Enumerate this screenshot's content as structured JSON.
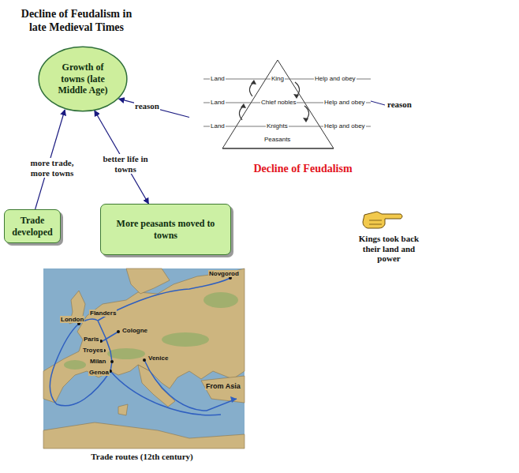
{
  "diagram": {
    "title": "Decline of Feudalism in late Medieval Times",
    "caption": "Trade routes (12th century)",
    "nodes": [
      {
        "text": [
          "Growth of towns (late Middle Age)"
        ]
      },
      {
        "text": [
          "Decline of Feudalism"
        ]
      },
      {
        "text": [
          "Trade developed"
        ]
      },
      {
        "text": [
          "More peasants moved to towns"
        ]
      }
    ],
    "edges": [
      {
        "from": 1,
        "to": 0,
        "label": "reason",
        "arrow": "to"
      },
      {
        "from": 2,
        "to": 0,
        "label": "more trade, more towns",
        "arrow": "to"
      },
      {
        "from": 0,
        "to": 3,
        "label": "better life in towns",
        "arrow": "both"
      }
    ],
    "labels": [
      "Land",
      "King",
      "Help and obey",
      "Land",
      "Chief nobles",
      "Help and obey",
      "Land",
      "Knights",
      "Help and obey",
      "Peasants",
      "reason",
      "Kings took back their land and power",
      "Novgorod",
      "London",
      "Flanders",
      "Cologne",
      "Paris",
      "Troyes",
      "Milan",
      "Genoa",
      "Venice",
      "From Asia"
    ]
  }
}
